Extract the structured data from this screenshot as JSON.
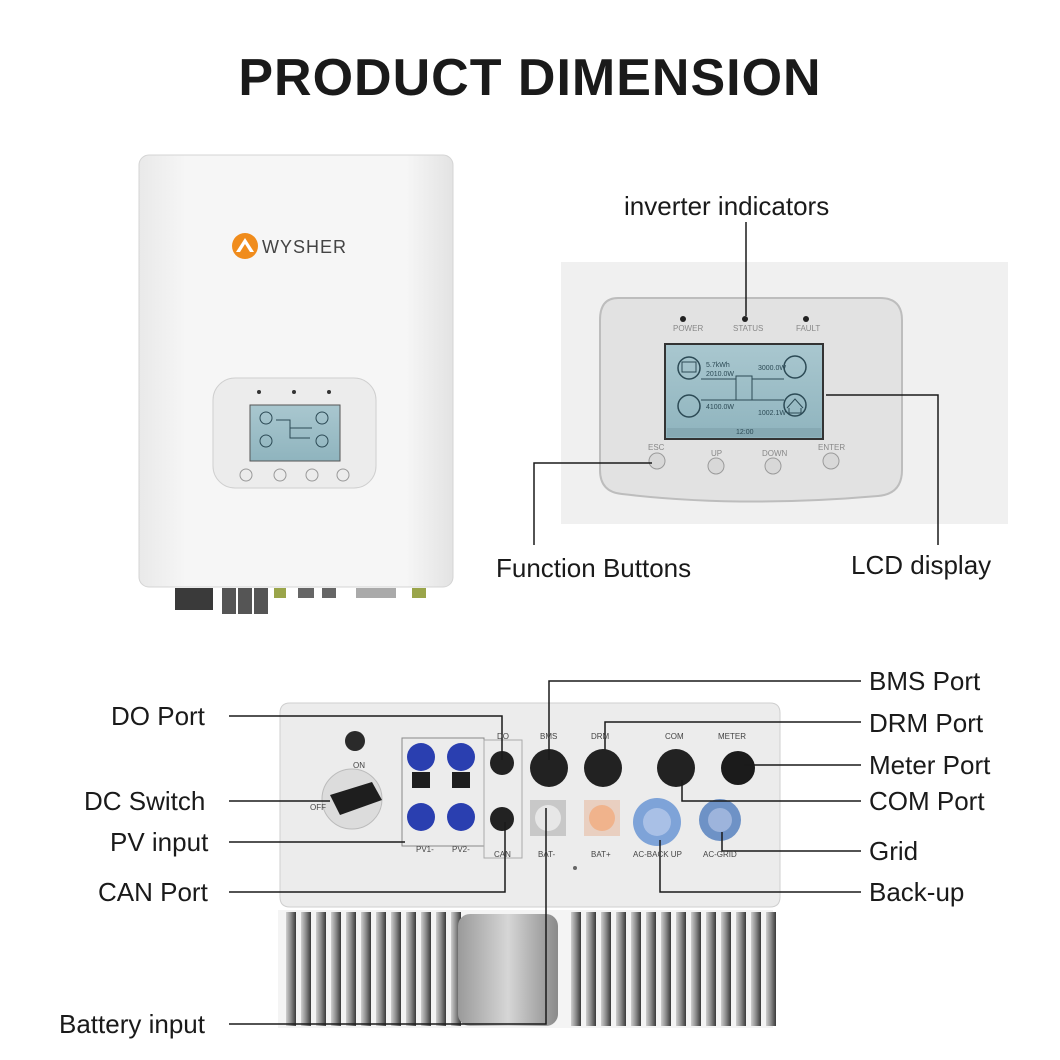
{
  "title": "PRODUCT DIMENSION",
  "brand": {
    "name": "WYSHER",
    "color": "#f08c1c"
  },
  "front_panel": {
    "indicators": [
      "POWER",
      "STATUS",
      "FAULT"
    ],
    "buttons": [
      "ESC",
      "UP",
      "DOWN",
      "ENTER"
    ],
    "lcd": {
      "pv_power": "5.7kWh",
      "pv_voltage": "2010.0W",
      "grid_power": "3000.0W",
      "battery_power": "4100.0W",
      "load_power": "1002.1W",
      "status_line": "12:00"
    }
  },
  "callouts_top": {
    "indicators": "inverter indicators",
    "buttons": "Function Buttons",
    "lcd": "LCD display"
  },
  "bottom_panel": {
    "switch_on": "ON",
    "switch_off": "OFF",
    "ports": {
      "do": "DO",
      "can": "CAN",
      "bms": "BMS",
      "drm": "DRM",
      "com": "COM",
      "meter": "METER",
      "pv1": "PV1-",
      "pv2": "PV2-",
      "bat_minus": "BAT-",
      "bat_plus": "BAT+",
      "ac_backup": "AC-BACK UP",
      "ac_grid": "AC-GRID"
    }
  },
  "callouts_left": {
    "do_port": "DO Port",
    "dc_switch": "DC Switch",
    "pv_input": "PV input",
    "can_port": "CAN Port",
    "battery_input": "Battery input"
  },
  "callouts_right": {
    "bms_port": "BMS Port",
    "drm_port": "DRM Port",
    "meter_port": "Meter Port",
    "com_port": "COM Port",
    "grid": "Grid",
    "backup": "Back-up"
  }
}
